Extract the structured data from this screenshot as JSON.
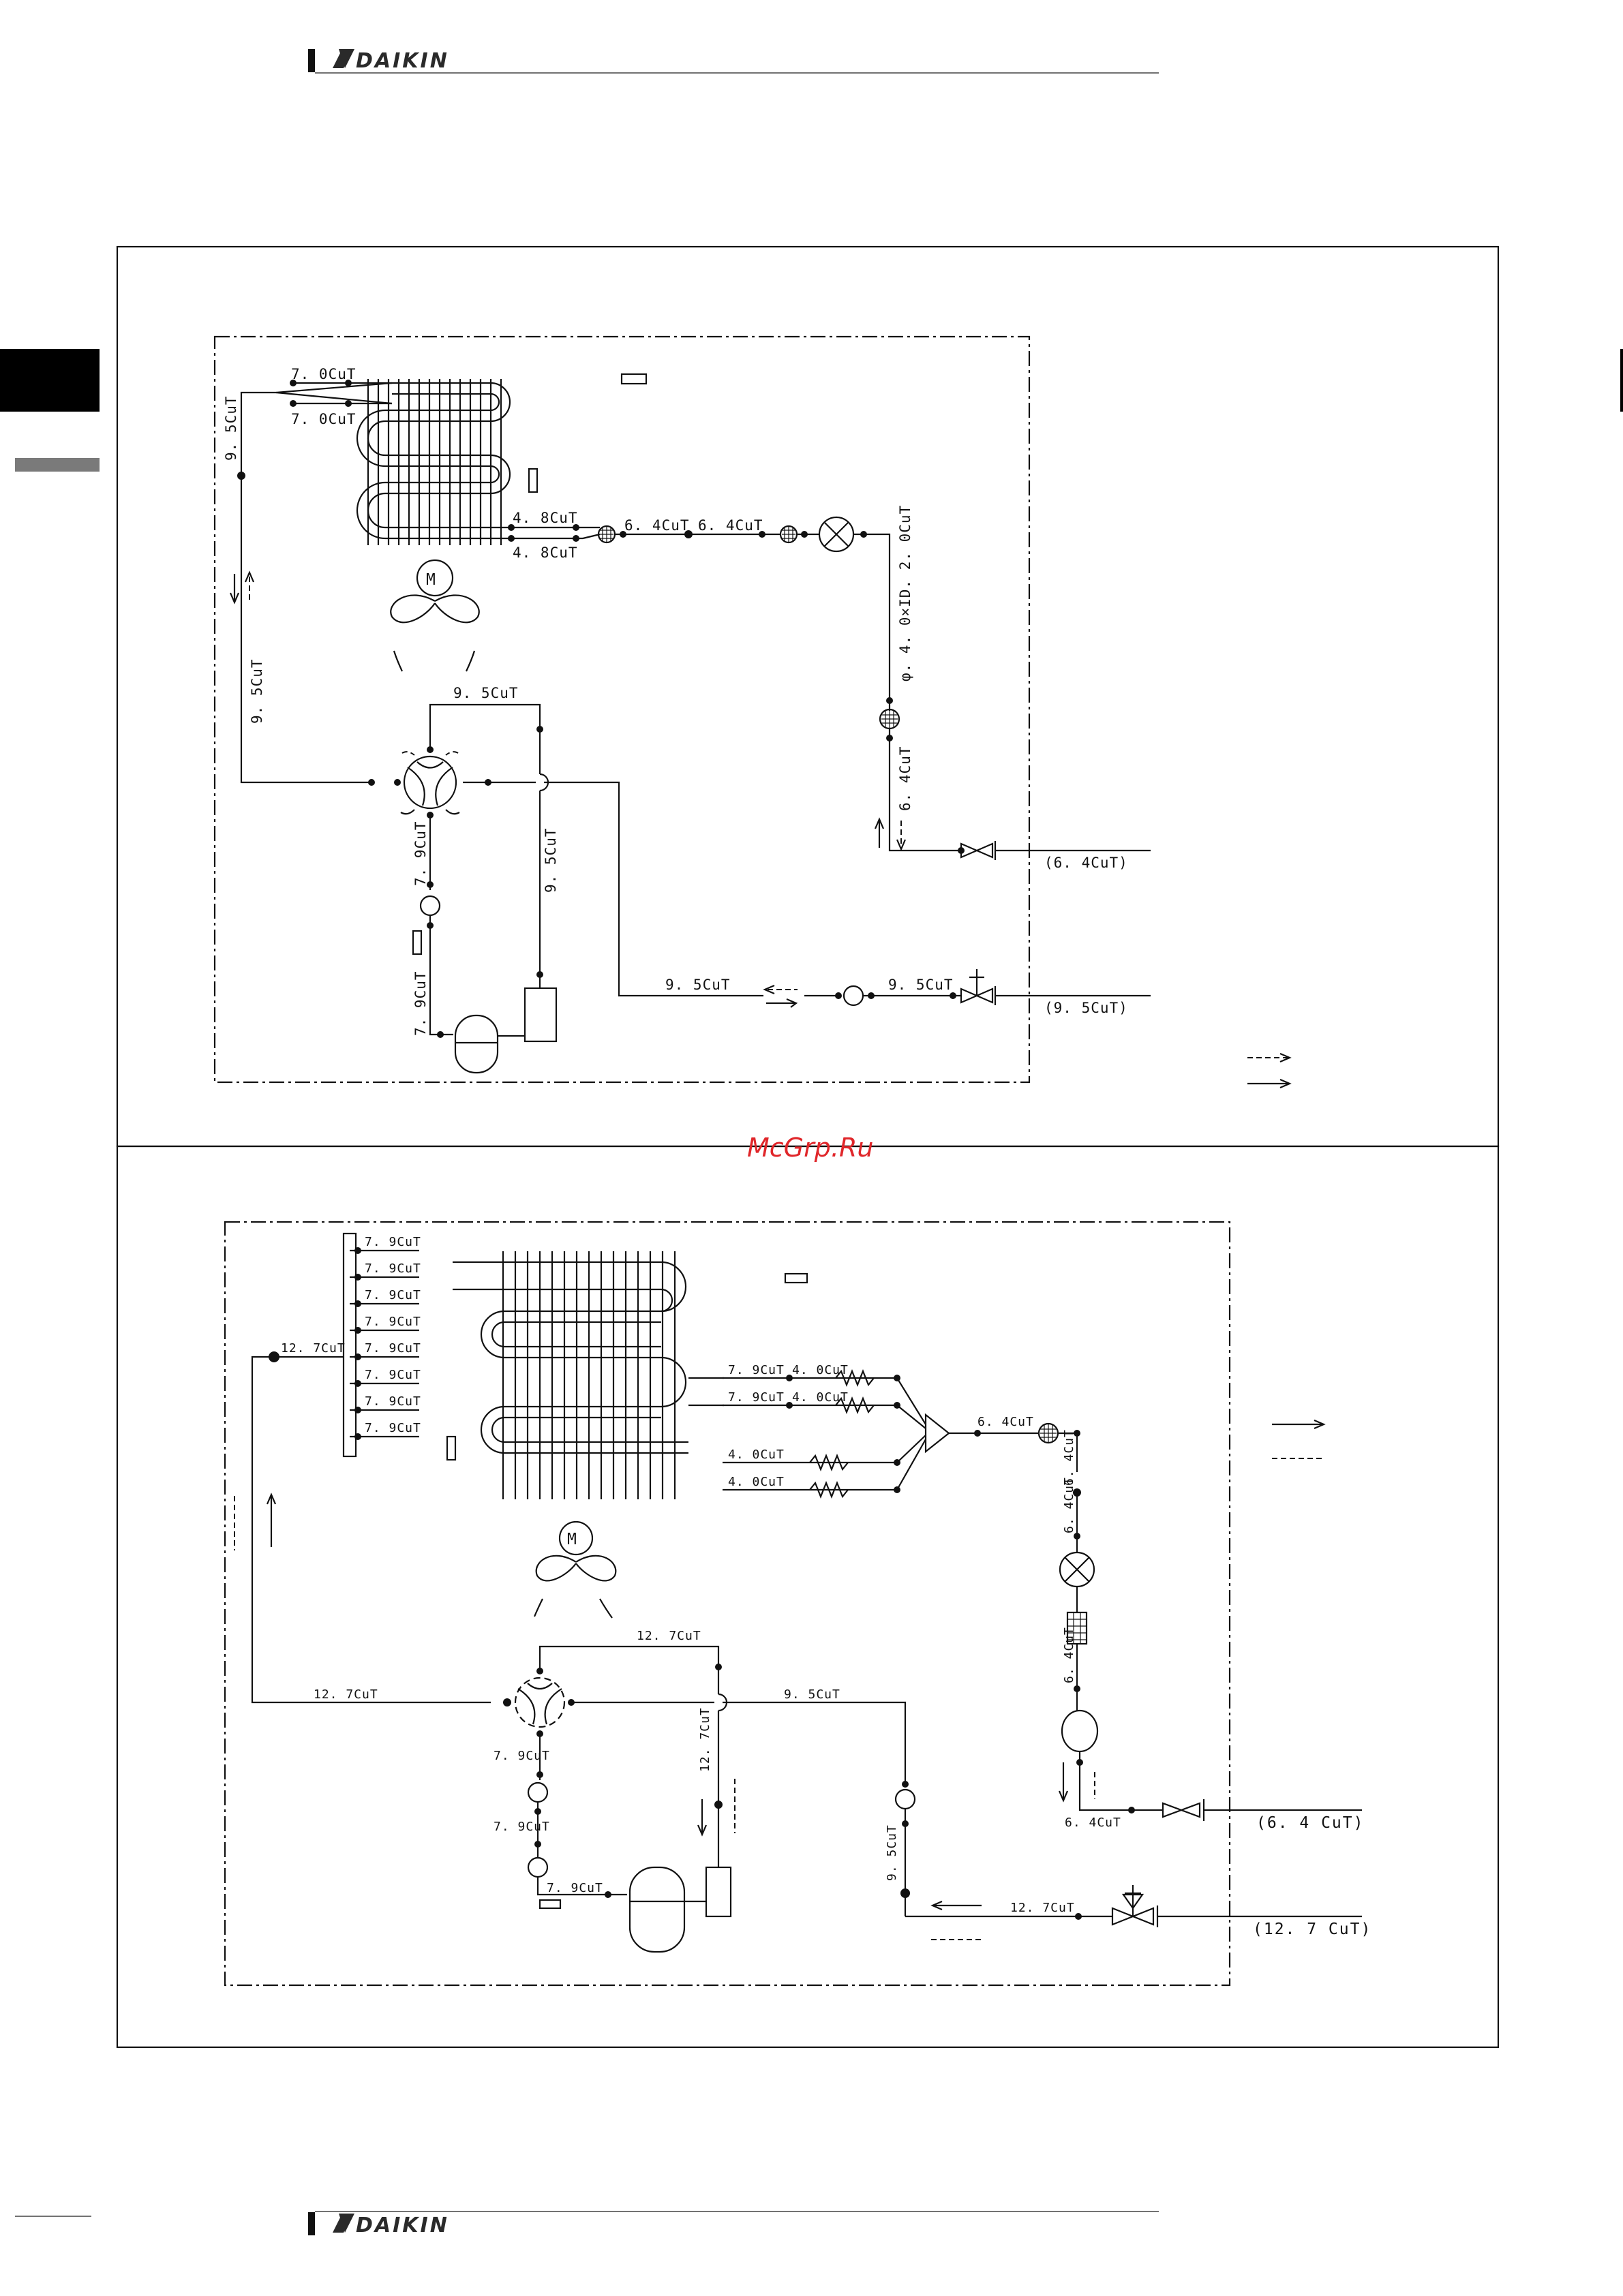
{
  "header": {
    "brand": "DAIKIN"
  },
  "footer": {
    "brand": "DAIKIN"
  },
  "watermark": "McGrp.Ru",
  "top_diagram": {
    "pipes": {
      "coil_in_1": "7. 0CuT",
      "coil_in_2": "7. 0CuT",
      "main_left": "9. 5CuT",
      "left_lower": "9. 5CuT",
      "coil_out_1": "4. 8CuT",
      "coil_out_2": "4. 8CuT",
      "liq_1": "6. 4CuT",
      "liq_2": "6. 4CuT",
      "capillary": "φ. 4. 0×ID. 2. 0CuT",
      "liq_down": "6. 4CuT",
      "valve_top": "9. 5CuT",
      "valve_right": "9. 5CuT",
      "suction_left": "7. 9CuT",
      "suction_lower": "7. 9CuT",
      "gas_mid": "9. 5CuT",
      "gas_right": "9. 5CuT"
    },
    "ports": {
      "liquid": "(6. 4CuT)",
      "gas": "(9. 5CuT)"
    },
    "fan_motor": "M"
  },
  "bottom_diagram": {
    "header_pipes": [
      "7. 9CuT",
      "7. 9CuT",
      "7. 9CuT",
      "7. 9CuT",
      "7. 9CuT",
      "7. 9CuT",
      "7. 9CuT",
      "7. 9CuT"
    ],
    "header_in": "12. 7CuT",
    "dist_in": [
      "7. 9CuT",
      "7. 9CuT"
    ],
    "dist_cap": [
      "4. 0CuT",
      "4. 0CuT",
      "4. 0CuT",
      "4. 0CuT"
    ],
    "dist_out": "6. 4CuT",
    "right_1": "6. 4CuT",
    "right_2": "6. 4CuT",
    "right_3": "6. 4CuT",
    "right_bottom": "6. 4CuT",
    "valve_top": "12. 7CuT",
    "gas_left": "12. 7CuT",
    "gas_right": "9. 5CuT",
    "vertical_mid": "12. 7CuT",
    "suction_1": "7. 9CuT",
    "suction_2": "7. 9CuT",
    "suction_3": "7. 9CuT",
    "riser": "9. 5CuT",
    "bottom_gas": "12. 7CuT",
    "ports": {
      "liquid": "(6. 4 CuT)",
      "gas": "(12. 7 CuT)"
    },
    "fan_motor": "M"
  }
}
